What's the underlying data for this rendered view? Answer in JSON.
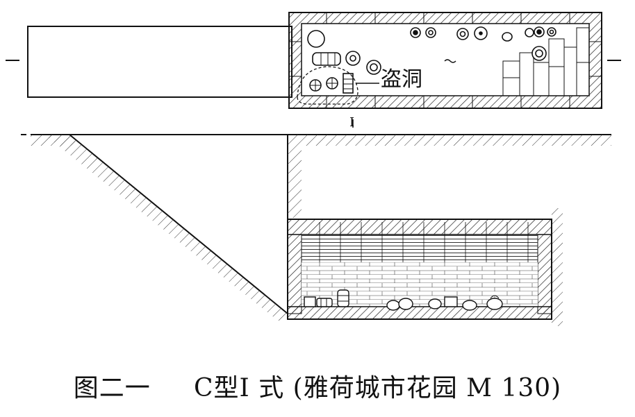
{
  "plan": {
    "section_marker": "I",
    "robbers_hole_label": "盗洞"
  },
  "caption": {
    "figure_number": "图二一",
    "type_label": "C型I 式",
    "site": "(雅荷城市花园 M 130)"
  }
}
